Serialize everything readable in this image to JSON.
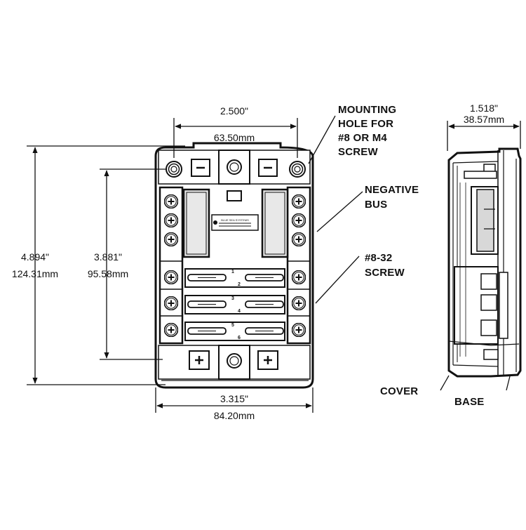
{
  "dimensions": {
    "hole_spacing_in": "2.500\"",
    "hole_spacing_mm": "63.50mm",
    "height_in": "4.894\"",
    "height_mm": "124.31mm",
    "hole_vertical_in": "3.881\"",
    "hole_vertical_mm": "95.58mm",
    "width_in": "3.315\"",
    "width_mm": "84.20mm",
    "depth_in": "1.518\"",
    "depth_mm": "38.57mm"
  },
  "callouts": {
    "mounting_hole": [
      "MOUNTING",
      "HOLE FOR",
      "#8 OR M4",
      "SCREW"
    ],
    "negative_bus": [
      "NEGATIVE",
      "BUS"
    ],
    "screw": [
      "#8-32",
      "SCREW"
    ],
    "cover": "COVER",
    "base": "BASE"
  },
  "fuse_numbers": [
    "1",
    "2",
    "3",
    "4",
    "5",
    "6"
  ],
  "brand_text": "BLUE SEA SYSTEMS"
}
